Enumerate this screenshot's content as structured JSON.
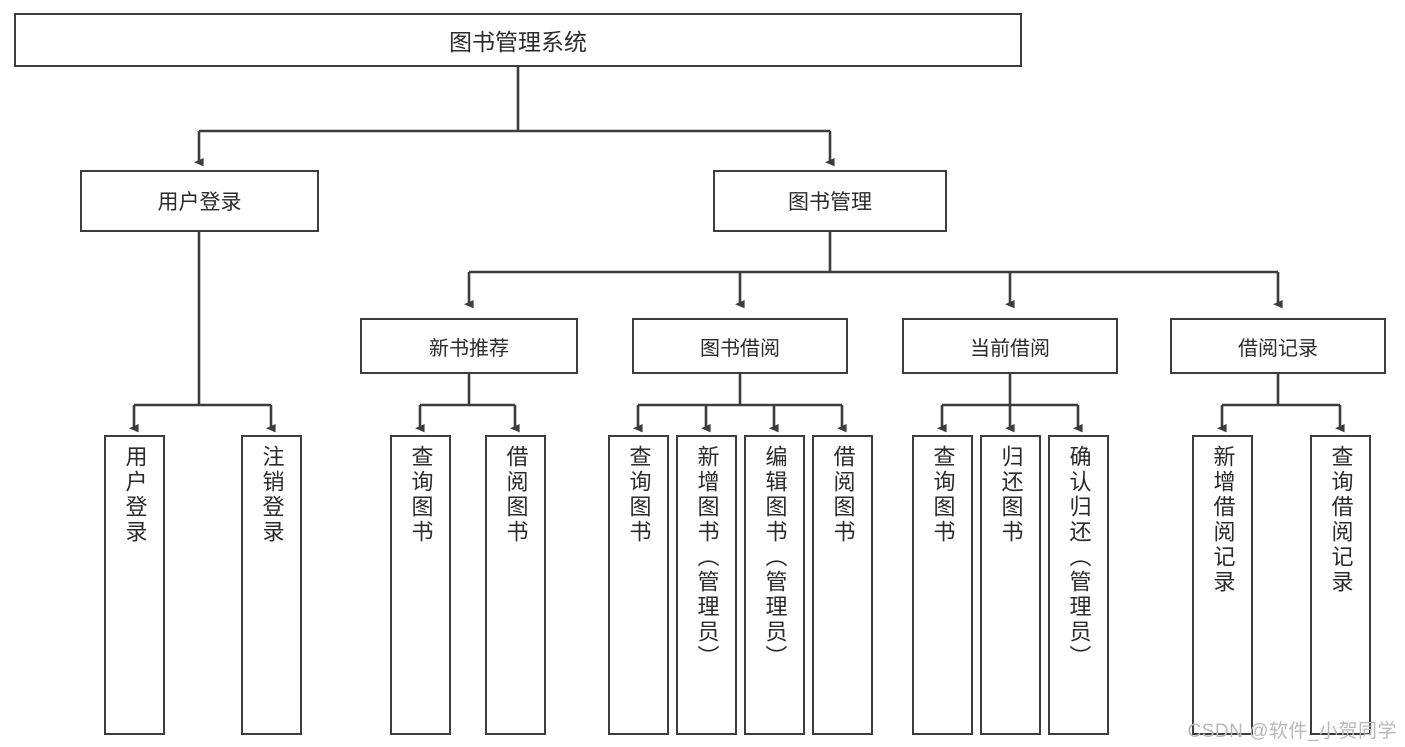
{
  "diagram": {
    "title": "图书管理系统",
    "type": "tree",
    "theme": {
      "border_color": "#3d3d3d",
      "fill_color": "#ffffff",
      "text_color": "#2b2b2b",
      "watermark_color": "#b9b9b9"
    }
  },
  "watermark": {
    "text": "CSDN @软件_小贺同学"
  },
  "nodes": {
    "root": {
      "label": "图书管理系统"
    },
    "level1": [
      {
        "id": "user-login",
        "label": "用户登录"
      },
      {
        "id": "book-manage",
        "label": "图书管理"
      }
    ],
    "level2": [
      {
        "id": "new-book-recommend",
        "label": "新书推荐"
      },
      {
        "id": "book-borrow",
        "label": "图书借阅"
      },
      {
        "id": "current-borrow",
        "label": "当前借阅"
      },
      {
        "id": "borrow-record",
        "label": "借阅记录"
      }
    ],
    "leaves": [
      {
        "id": "leaf-user-login",
        "label": "用户登录",
        "parent": "user-login"
      },
      {
        "id": "leaf-user-logout",
        "label": "注销登录",
        "parent": "user-login"
      },
      {
        "id": "leaf-query-book-1",
        "label": "查询图书",
        "parent": "new-book-recommend"
      },
      {
        "id": "leaf-borrow-book-1",
        "label": "借阅图书",
        "parent": "new-book-recommend"
      },
      {
        "id": "leaf-query-book-2",
        "label": "查询图书",
        "parent": "book-borrow"
      },
      {
        "id": "leaf-add-book",
        "label": "新增图书（管理员）",
        "parent": "book-borrow"
      },
      {
        "id": "leaf-edit-book",
        "label": "编辑图书（管理员）",
        "parent": "book-borrow"
      },
      {
        "id": "leaf-borrow-book-2",
        "label": "借阅图书",
        "parent": "book-borrow"
      },
      {
        "id": "leaf-query-book-3",
        "label": "查询图书",
        "parent": "current-borrow"
      },
      {
        "id": "leaf-return-book",
        "label": "归还图书",
        "parent": "current-borrow"
      },
      {
        "id": "leaf-confirm-return",
        "label": "确认归还（管理员）",
        "parent": "current-borrow"
      },
      {
        "id": "leaf-add-record",
        "label": "新增借阅记录",
        "parent": "borrow-record"
      },
      {
        "id": "leaf-query-record",
        "label": "查询借阅记录",
        "parent": "borrow-record"
      }
    ]
  }
}
